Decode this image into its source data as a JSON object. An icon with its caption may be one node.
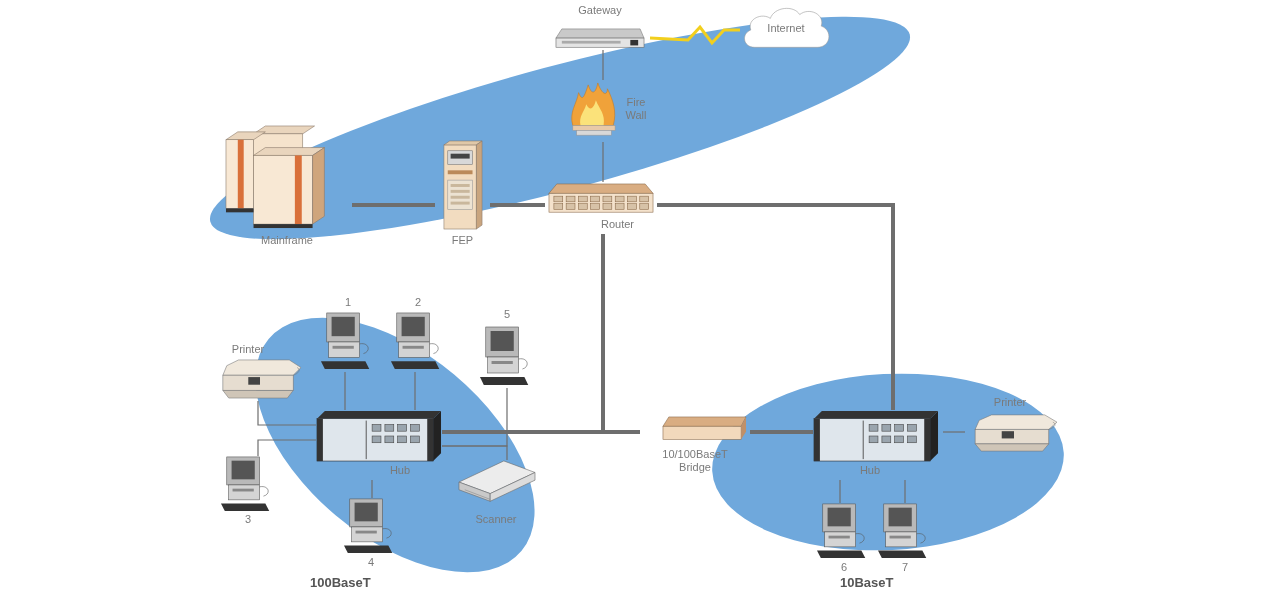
{
  "diagram": {
    "nodes": [
      {
        "text": [
          "Gateway"
        ]
      },
      {
        "text": [
          "Internet"
        ]
      },
      {
        "text": [
          "Fire Wall"
        ]
      },
      {
        "text": [
          "Mainframe"
        ]
      },
      {
        "text": [
          "FEP"
        ]
      },
      {
        "text": [
          "Router"
        ]
      },
      {
        "text": [
          "1"
        ]
      },
      {
        "text": [
          "2"
        ]
      },
      {
        "text": [
          "Printer"
        ]
      },
      {
        "text": [
          "5"
        ]
      },
      {
        "text": [
          "Hub"
        ]
      },
      {
        "text": [
          "3"
        ]
      },
      {
        "text": [
          "Scanner"
        ]
      },
      {
        "text": [
          "4"
        ]
      },
      {
        "text": [
          "10/100BaseT Bridge"
        ]
      },
      {
        "text": [
          "Hub"
        ]
      },
      {
        "text": [
          "Printer"
        ]
      },
      {
        "text": [
          "6"
        ]
      },
      {
        "text": [
          "7"
        ]
      }
    ],
    "edges": [
      {
        "from": 0,
        "to": 1,
        "arrow": "none",
        "color": "#f2cf1d"
      },
      {
        "from": 0,
        "to": 2,
        "arrow": "none"
      },
      {
        "from": 2,
        "to": 5,
        "arrow": "none"
      },
      {
        "from": 3,
        "to": 4,
        "arrow": "none",
        "style": "thick"
      },
      {
        "from": 4,
        "to": 5,
        "arrow": "none",
        "style": "thick"
      },
      {
        "from": 5,
        "to": 15,
        "arrow": "none",
        "style": "thick"
      },
      {
        "from": 5,
        "to": 10,
        "arrow": "none",
        "style": "thick"
      },
      {
        "from": 5,
        "to": 14,
        "arrow": "none",
        "style": "thick"
      },
      {
        "from": 14,
        "to": 15,
        "arrow": "none",
        "style": "thick"
      },
      {
        "from": 15,
        "to": 16,
        "arrow": "none"
      },
      {
        "from": 15,
        "to": 17,
        "arrow": "none"
      },
      {
        "from": 15,
        "to": 18,
        "arrow": "none"
      },
      {
        "from": 10,
        "to": 6,
        "arrow": "none"
      },
      {
        "from": 10,
        "to": 7,
        "arrow": "none"
      },
      {
        "from": 10,
        "to": 9,
        "arrow": "none"
      },
      {
        "from": 10,
        "to": 12,
        "arrow": "none"
      },
      {
        "from": 10,
        "to": 8,
        "arrow": "none"
      },
      {
        "from": 10,
        "to": 11,
        "arrow": "none"
      },
      {
        "from": 10,
        "to": 13,
        "arrow": "none"
      }
    ],
    "labels": [
      "100BaseT",
      "10BaseT"
    ]
  }
}
